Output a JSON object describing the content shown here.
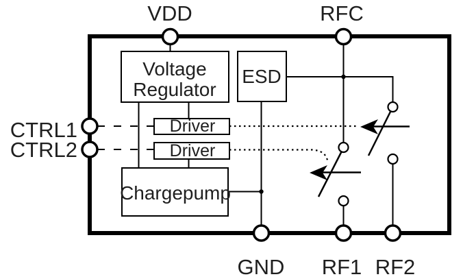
{
  "pins": {
    "vdd": "VDD",
    "rfc": "RFC",
    "ctrl1": "CTRL1",
    "ctrl2": "CTRL2",
    "gnd": "GND",
    "rf1": "RF1",
    "rf2": "RF2"
  },
  "blocks": {
    "voltage_regulator": {
      "line1": "Voltage",
      "line2": "Regulator"
    },
    "esd": "ESD",
    "driver1": "Driver",
    "driver2": "Driver",
    "chargepump": "Chargepump"
  },
  "colors": {
    "line": "#000000",
    "text": "#1f1f1f",
    "background": "#ffffff"
  }
}
